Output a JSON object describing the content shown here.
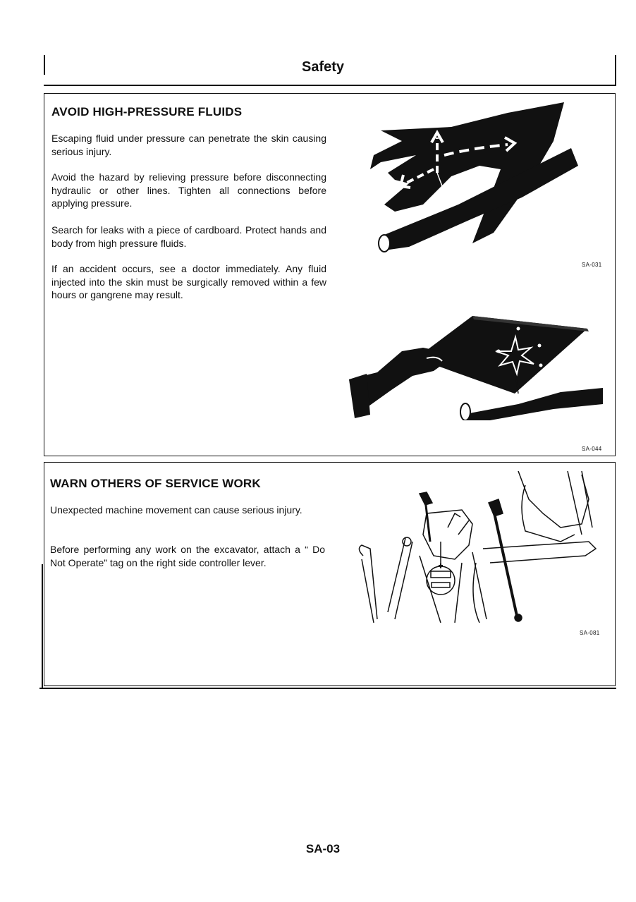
{
  "header": {
    "title": "Safety"
  },
  "section1": {
    "title": "AVOID HIGH-PRESSURE FLUIDS",
    "paragraphs": [
      "Escaping fluid under pressure can penetrate the skin causing serious injury.",
      "Avoid the hazard by relieving pressure before disconnecting hydraulic or other lines. Tighten all connections before applying pressure.",
      "Search for leaks with a piece of cardboard. Protect hands and body from high pressure fluids.",
      "If an accident occurs, see a doctor immediately. Any fluid injected into the skin must be surgically removed within a few hours or gangrene may result."
    ],
    "figure_codes": [
      "SA-031",
      "SA-044"
    ]
  },
  "section2": {
    "title": "WARN OTHERS OF SERVICE WORK",
    "paragraphs": [
      "Unexpected machine movement can cause serious injury.",
      "Before performing any work on the excavator, attach a “ Do Not Operate” tag on the right side controller lever."
    ],
    "figure_code": "SA-081"
  },
  "footer": {
    "page_number": "SA-03"
  }
}
